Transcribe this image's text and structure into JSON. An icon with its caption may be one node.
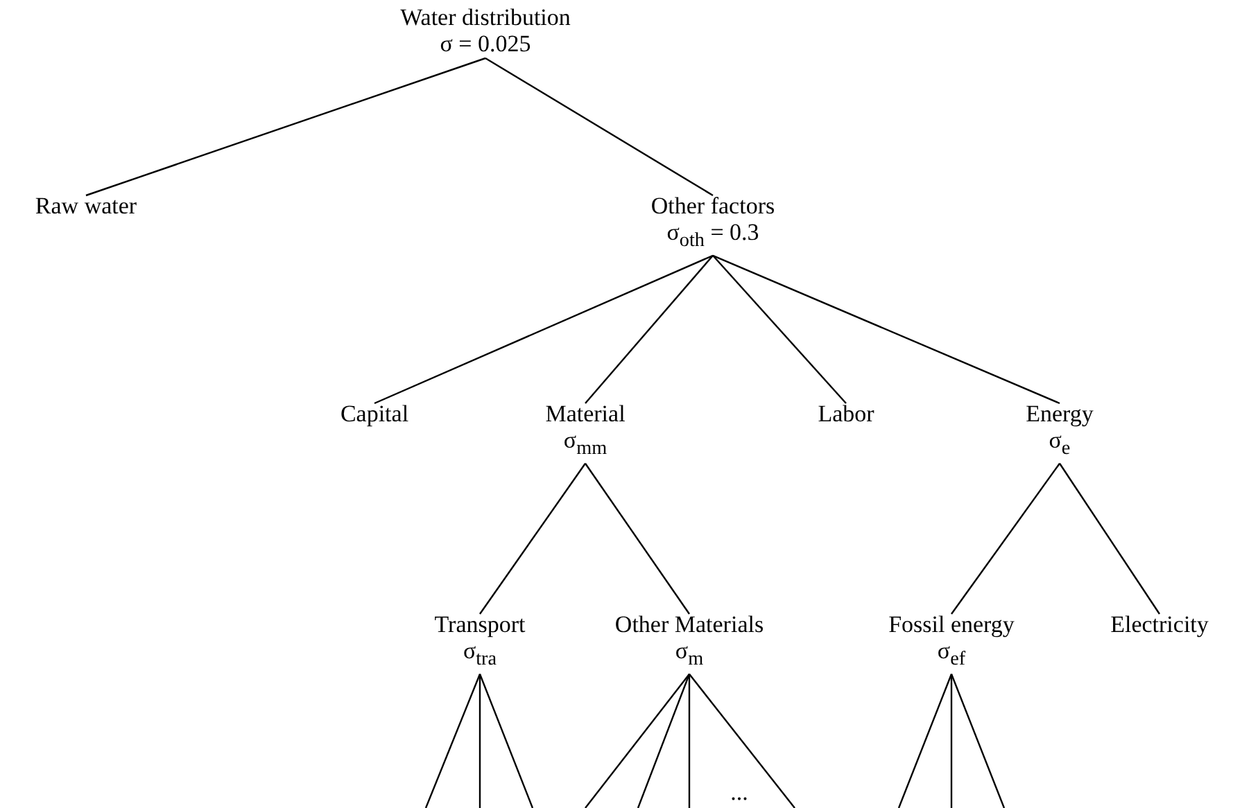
{
  "diagram": {
    "nodes": [
      {
        "text": [
          "Water distribution",
          "σ = 0.025"
        ]
      },
      {
        "text": [
          "Raw water"
        ]
      },
      {
        "text": [
          "Other factors",
          "σ$_{oth}$ = 0.3"
        ]
      },
      {
        "text": [
          "Capital"
        ]
      },
      {
        "text": [
          "Material",
          "σ$_{mm}$"
        ]
      },
      {
        "text": [
          "Labor"
        ]
      },
      {
        "text": [
          "Energy",
          "σ$_{e}$"
        ]
      },
      {
        "text": [
          "Transport",
          "σ$_{tra}$"
        ]
      },
      {
        "text": [
          "Other Materials",
          "σ$_{m}$"
        ]
      },
      {
        "text": [
          "Fossil energy",
          "σ$_{ef}$"
        ]
      },
      {
        "text": [
          "Electricity"
        ]
      }
    ],
    "edges": [
      {
        "from": 0,
        "to": 1,
        "arrow": "none"
      },
      {
        "from": 0,
        "to": 2,
        "arrow": "none"
      },
      {
        "from": 2,
        "to": 3,
        "arrow": "none"
      },
      {
        "from": 2,
        "to": 4,
        "arrow": "none"
      },
      {
        "from": 2,
        "to": 5,
        "arrow": "none"
      },
      {
        "from": 2,
        "to": 6,
        "arrow": "none"
      },
      {
        "from": 4,
        "to": 7,
        "arrow": "none"
      },
      {
        "from": 4,
        "to": 8,
        "arrow": "none"
      },
      {
        "from": 6,
        "to": 9,
        "arrow": "none"
      },
      {
        "from": 6,
        "to": 10,
        "arrow": "none"
      },
      {
        "from": 7,
        "to": null,
        "arrow": "none"
      },
      {
        "from": 7,
        "to": null,
        "arrow": "none"
      },
      {
        "from": 7,
        "to": null,
        "arrow": "none"
      },
      {
        "from": 8,
        "to": null,
        "arrow": "none"
      },
      {
        "from": 8,
        "to": null,
        "arrow": "none"
      },
      {
        "from": 8,
        "to": null,
        "arrow": "none"
      },
      {
        "from": 8,
        "to": null,
        "arrow": "none"
      },
      {
        "from": 9,
        "to": null,
        "arrow": "none"
      },
      {
        "from": 9,
        "to": null,
        "arrow": "none"
      },
      {
        "from": 9,
        "to": null,
        "arrow": "none"
      }
    ],
    "labels": [
      "..."
    ]
  }
}
